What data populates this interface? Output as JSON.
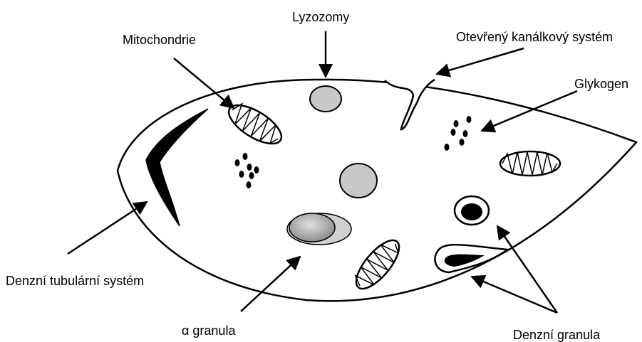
{
  "labels": {
    "lyzozomy": "Lyzozomy",
    "mitochondrie": "Mitochondrie",
    "kanalkovy": "Otevřený kanálkový systém",
    "glykogen": "Glykogen",
    "tubularni": "Denzní tubulární systém",
    "alpha": "α granula",
    "denzni_granula": "Denzní granula"
  },
  "colors": {
    "stroke": "#000000",
    "lysosome_fill": "#c8c8c8",
    "granule_outer": "#d0d0d0",
    "granule_inner": "#a9a9a9",
    "background": "#ffffff"
  }
}
